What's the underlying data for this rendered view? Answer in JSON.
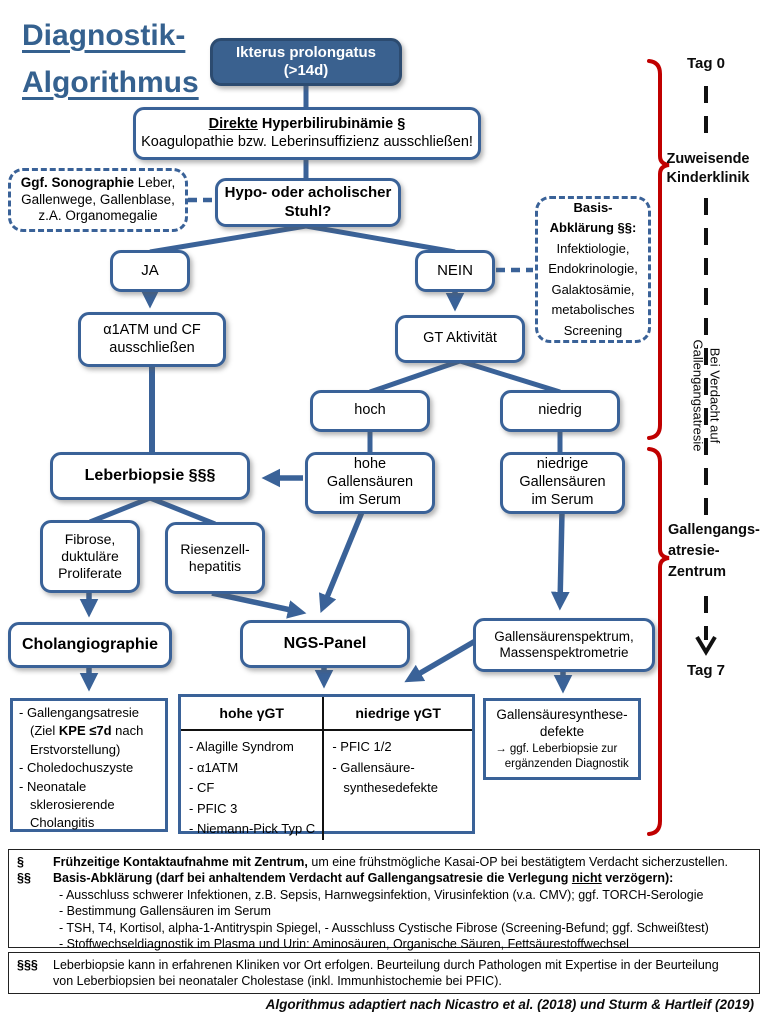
{
  "colors": {
    "accent_blue": "#3A6298",
    "dark_node_fill": "#3A618F",
    "bracket_red": "#C00000",
    "timeline_black": "#111111"
  },
  "title": {
    "line1": "Diagnostik-",
    "line2": "Algorithmus"
  },
  "nodes": {
    "ikterus": "Ikterus prolongatus\n(>14d)",
    "direkte": {
      "em": "Direkte",
      "rest": " Hyperbilirubinämie §",
      "line2": "Koagulopathie bzw. Leberinsuffizienz ausschließen!"
    },
    "sono": {
      "em": "Ggf. Sonographie",
      "rest": " Leber,",
      "more": "Gallenwege, Gallenblase,\nz.A. Organomegalie"
    },
    "stuhl": "Hypo- oder acholischer\nStuhl?",
    "basis": {
      "head": "Basis-\nAbklärung §§:",
      "items": [
        "Infektiologie,",
        "Endokrinologie,",
        "Galaktosämie,",
        "metabolisches",
        "Screening"
      ]
    },
    "ja": "JA",
    "nein": "NEIN",
    "a1atm": "α1ATM und CF\nausschließen",
    "gt": "GT Aktivität",
    "hoch": "hoch",
    "niedrig": "niedrig",
    "leberbiopsie": "Leberbiopsie §§§",
    "hohe_gs": "hohe\nGallensäuren\nim Serum",
    "niedrige_gs": "niedrige\nGallensäuren\nim Serum",
    "fibrose": "Fibrose,\nduktuläre\nProliferate",
    "riesenzell": "Riesenzell-\nhepatitis",
    "cholangiographie": "Cholangiographie",
    "ngs": "NGS-Panel",
    "spektrum": "Gallensäurenspektrum,\nMassenspektrometrie",
    "synthese": {
      "title": "Gallensäuresynthese-\ndefekte",
      "note": "→ ggf. Leberbiopsie zur\n   ergänzenden Diagnostik"
    }
  },
  "outcome_list": {
    "item1": {
      "pre": "- Gallengangsatresie (Ziel ",
      "em": "KPE ≤7d",
      "post": " nach Erstvorstellung)"
    },
    "item2": "- Choledochuszyste",
    "item3": "- Neonatale sklerosierende Cholangitis"
  },
  "table": {
    "headers": [
      "hohe γGT",
      "niedrige γGT"
    ],
    "high_items": [
      "- Alagille Syndrom",
      "- α1ATM",
      "- CF",
      "- PFIC 3",
      "- Niemann-Pick Typ C"
    ],
    "low_items": [
      "- PFIC 1/2",
      "- Gallensäure-synthesedefekte"
    ]
  },
  "rail": {
    "tag0": "Tag 0",
    "referring": "Zuweisende\nKinderklinik",
    "suspicion": "Bei Verdacht auf\nGallengangsatresie",
    "center": "Gallengangs-\natresie-\nZentrum",
    "tag7": "Tag 7"
  },
  "footnotes": {
    "fn1": {
      "sym": "§",
      "em": "Frühzeitige Kontaktaufnahme mit Zentrum,",
      "rest": " um eine frühstmögliche Kasai-OP bei bestätigtem Verdacht sicherzustellen."
    },
    "fn2": {
      "sym": "§§",
      "head_pre": "Basis-Abklärung (darf bei anhaltendem Verdacht auf Gallengangsatresie die Verlegung ",
      "head_u": "nicht",
      "head_post": " verzögern):",
      "items": [
        "- Ausschluss schwerer Infektionen, z.B. Sepsis, Harnwegsinfektion, Virusinfektion (v.a. CMV); ggf. TORCH-Serologie",
        "- Bestimmung Gallensäuren im Serum",
        "- TSH, T4, Kortisol, alpha-1-Antitryspin Spiegel, - Ausschluss Cystische Fibrose (Screening-Befund; ggf. Schweißtest)",
        "- Stoffwechseldiagnostik im Plasma und Urin: Aminosäuren, Organische Säuren, Fettsäurestoffwechsel"
      ]
    },
    "fn3": {
      "sym": "§§§",
      "text": "Leberbiopsie kann in erfahrenen Kliniken vor Ort erfolgen. Beurteilung durch Pathologen mit Expertise in der Beurteilung\nvon Leberbiopsien bei neonataler Cholestase (inkl. Immunhistochemie bei PFIC)."
    }
  },
  "credit": "Algorithmus adaptiert nach Nicastro et al. (2018) und Sturm & Hartleif (2019)"
}
